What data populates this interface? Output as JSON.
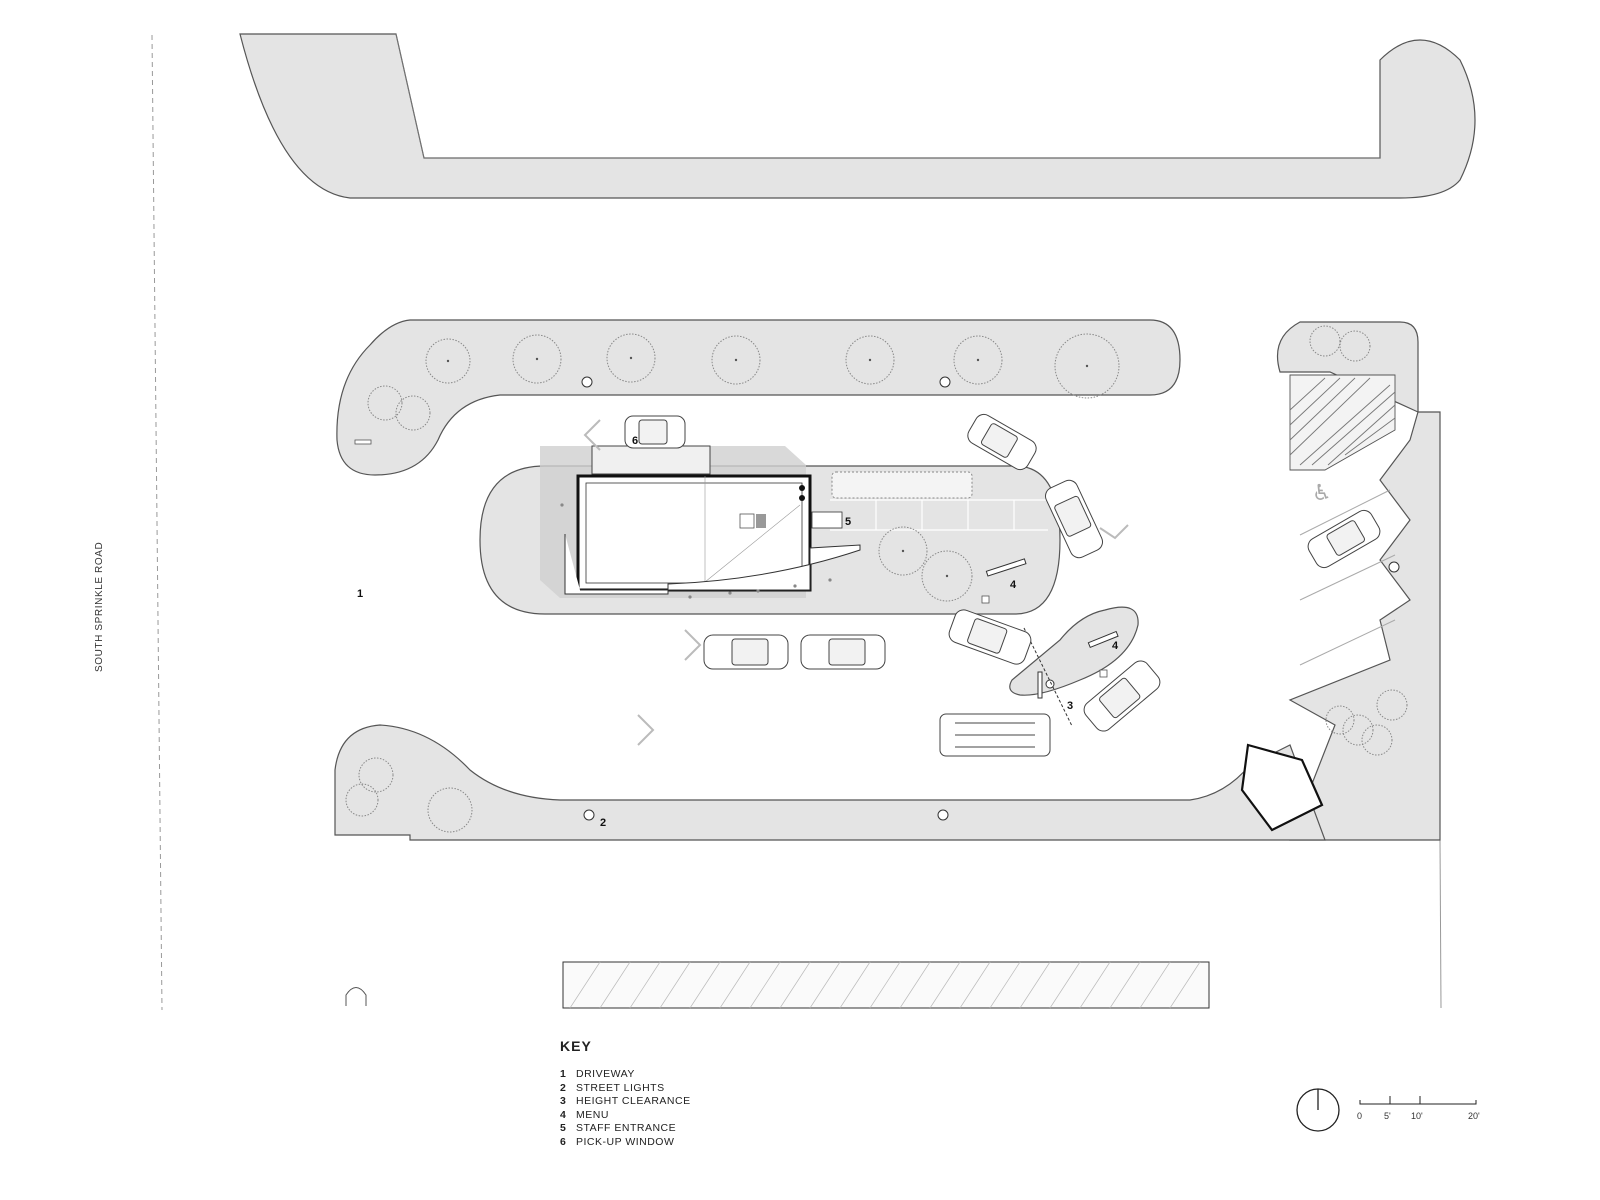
{
  "road_label": "SOUTH SPRINKLE ROAD",
  "plan_labels": {
    "driveway": "1",
    "street_lights": "2",
    "height_clearance": "3",
    "menu_a": "4",
    "menu_b": "4",
    "staff_entrance": "5",
    "pickup_window": "6"
  },
  "key": {
    "title": "KEY",
    "items": [
      {
        "num": "1",
        "label": "DRIVEWAY"
      },
      {
        "num": "2",
        "label": "STREET LIGHTS"
      },
      {
        "num": "3",
        "label": "HEIGHT CLEARANCE"
      },
      {
        "num": "4",
        "label": "MENU"
      },
      {
        "num": "5",
        "label": "STAFF ENTRANCE"
      },
      {
        "num": "6",
        "label": "PICK-UP WINDOW"
      }
    ]
  },
  "scale_bar": {
    "ticks": [
      "0",
      "5'",
      "10'",
      "20'"
    ]
  },
  "colors": {
    "paving": "#e4e4e4",
    "line": "#555555",
    "building": "#111111",
    "shadow": "#cfcfcf"
  }
}
